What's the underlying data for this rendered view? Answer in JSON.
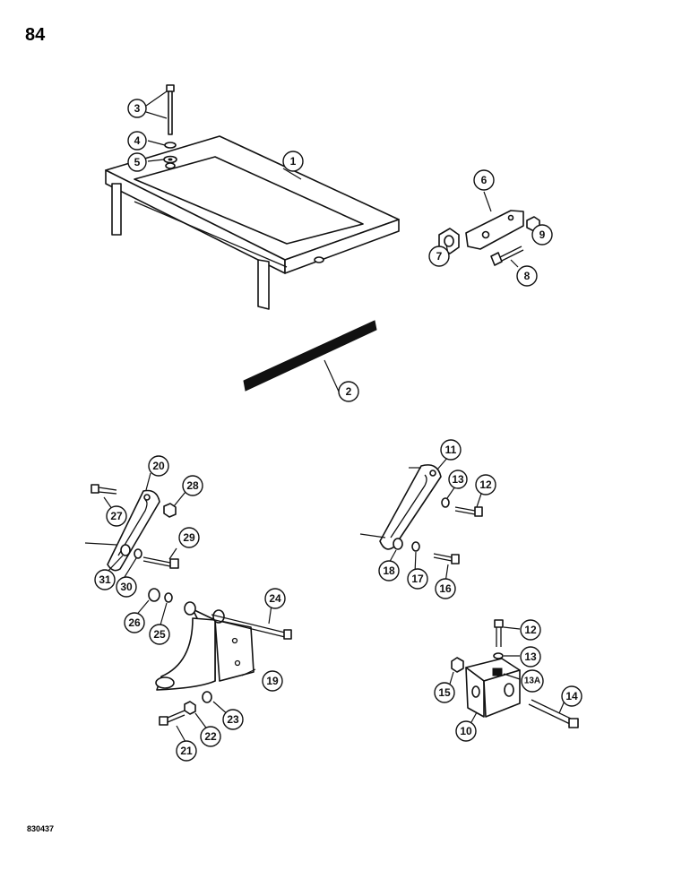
{
  "page_number": "84",
  "drawing_code": "830437",
  "callouts": {
    "c1": "1",
    "c2": "2",
    "c3": "3",
    "c4": "4",
    "c5": "5",
    "c6": "6",
    "c7": "7",
    "c8": "8",
    "c9": "9",
    "c10": "10",
    "c11": "11",
    "c12a": "12",
    "c12b": "12",
    "c13a": "13",
    "c13b": "13",
    "c13A": "13A",
    "c14": "14",
    "c15": "15",
    "c16": "16",
    "c17": "17",
    "c18": "18",
    "c19": "19",
    "c20": "20",
    "c21": "21",
    "c22": "22",
    "c23": "23",
    "c24": "24",
    "c25": "25",
    "c26": "26",
    "c27": "27",
    "c28": "28",
    "c29": "29",
    "c30": "30",
    "c31": "31"
  }
}
